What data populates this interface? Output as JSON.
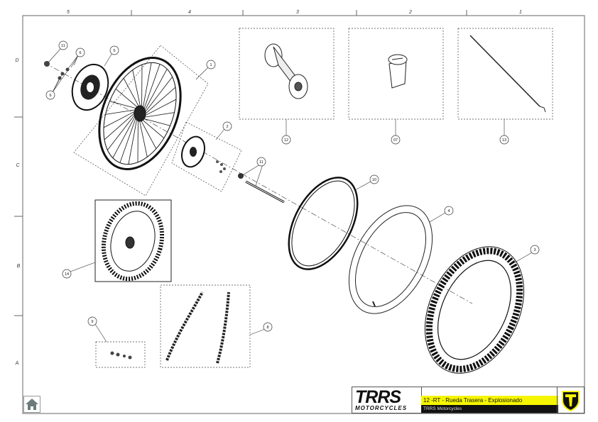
{
  "sheet": {
    "columns": [
      "5",
      "4",
      "3",
      "2",
      "1"
    ],
    "rows": [
      "D",
      "C",
      "B",
      "A"
    ]
  },
  "callouts": [
    "11",
    "6",
    "5",
    "6",
    "1",
    "2",
    "11",
    "10",
    "4",
    "3",
    "14",
    "9",
    "8",
    "12",
    "07",
    "13"
  ],
  "title_block": {
    "logo_main": "TRRS",
    "logo_sub": "MOTORCYCLES",
    "title": "12 -RT - Rueda Trasera - Explosionado",
    "subtitle": "TRRS Motorcycles"
  },
  "colors": {
    "accent": "#f5f500",
    "dark": "#111111"
  },
  "icons": {
    "home": "home-icon",
    "brand": "trrs-shield-icon"
  }
}
